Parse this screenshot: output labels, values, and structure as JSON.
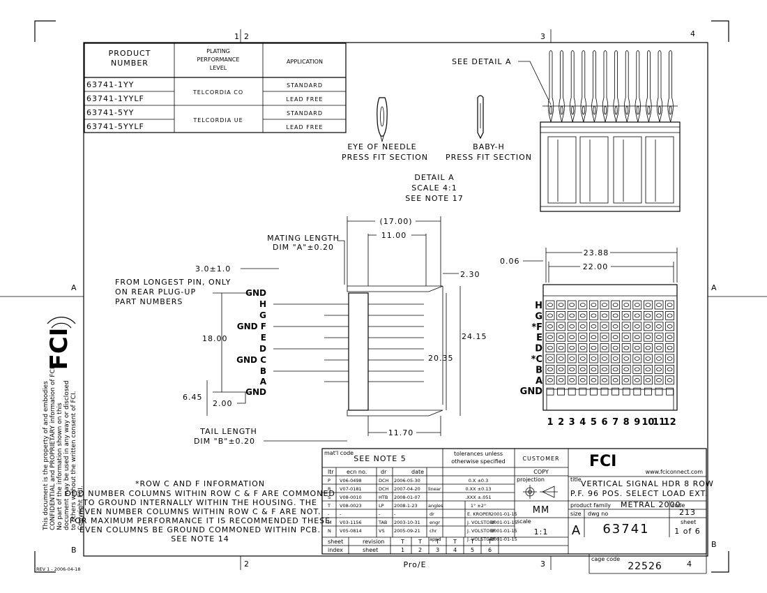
{
  "zones": {
    "top_1": "1",
    "top_2": "2",
    "top_3": "3",
    "top_4": "4",
    "bot_2": "2",
    "bot_3": "3",
    "bot_4": "4",
    "left_a": "A",
    "right_a": "A",
    "left_b": "B",
    "right_b": "B"
  },
  "product_table": {
    "headers": [
      "PRODUCT\nNUMBER",
      "PLATING\nPERFORMANCE\nLEVEL",
      "APPLICATION"
    ],
    "rows": [
      {
        "number": "63741-1YY",
        "plating": "TELCORDIA CO",
        "application": "STANDARD"
      },
      {
        "number": "63741-1YYLF",
        "plating": "",
        "application": "LEAD FREE"
      },
      {
        "number": "63741-5YY",
        "plating": "TELCORDIA UE",
        "application": "STANDARD"
      },
      {
        "number": "63741-5YYLF",
        "plating": "",
        "application": "LEAD FREE"
      }
    ]
  },
  "detail": {
    "see_detail": "SEE DETAIL  A",
    "eye_of_needle_1": "EYE OF NEEDLE",
    "eye_of_needle_2": "PRESS FIT SECTION",
    "baby_h_1": "BABY-H",
    "baby_h_2": "PRESS FIT SECTION",
    "detail_1": "DETAIL  A",
    "detail_2": "SCALE  4:1",
    "detail_3": "SEE NOTE 17"
  },
  "side_view": {
    "dim_17": "(17.00)",
    "dim_11": "11.00",
    "mating_1": "MATING LENGTH",
    "mating_2": "DIM \"A\"±0.20",
    "dim_3": "3.0±1.0",
    "longest_1": "FROM LONGEST PIN, ONLY",
    "longest_2": "ON REAR PLUG-UP",
    "longest_3": "PART NUMBERS",
    "dim_230": "2.30",
    "dim_1800": "18.00",
    "dim_2415": "24.15",
    "dim_2035": "20.35",
    "dim_645": "6.45",
    "dim_200": "2.00",
    "dim_1170": "11.70",
    "tail_1": "TAIL LENGTH",
    "tail_2": "DIM \"B\"±0.20",
    "rows": [
      "GND",
      "H",
      "G",
      "GND F",
      "E",
      "D",
      "GND C",
      "B",
      "A",
      "GND"
    ]
  },
  "front_view": {
    "dim_2388": "23.88",
    "dim_2200": "22.00",
    "dim_006": "0.06",
    "rows": [
      "H",
      "G",
      "*F",
      "E",
      "D",
      "*C",
      "B",
      "A",
      "GND"
    ],
    "columns": [
      "1",
      "2",
      "3",
      "4",
      "5",
      "6",
      "7",
      "8",
      "9",
      "10",
      "11",
      "12"
    ]
  },
  "notes": {
    "title": "*ROW C AND F INFORMATION",
    "lines": [
      "ODD NUMBER COLUMNS WITHIN ROW C & F ARE COMMONED",
      "TO GROUND INTERNALLY WITHIN THE HOUSING.  THE",
      "EVEN NUMBER COLUMNS WITHIN ROW C & F ARE NOT.",
      "FOR MAXIMUM PERFORMANCE IT IS RECOMMENDED THESE",
      "EVEN COLUMNS BE GROUND COMMONED WITHIN PCB.",
      "SEE NOTE 14"
    ]
  },
  "confidential": [
    "This document is the property of and embodies",
    "CONFIDENTIAL and PROPRIETARY information of FCI.",
    "No part of the information shown on this",
    "document may be used in any way or disclosed",
    "to others without the written consent of FCI.",
    "Copyright FCI."
  ],
  "logo_text": "FCI",
  "title_block": {
    "matl_label": "mat'l code",
    "matl_value": "SEE NOTE 5",
    "tol_1": "tolerances unless",
    "tol_2": "otherwise specified",
    "customer": "CUSTOMER",
    "copy": "COPY",
    "website": "www.fciconnect.com",
    "rev_headers": [
      "ltr",
      "ecn no.",
      "dr",
      "date"
    ],
    "revs": [
      [
        "P",
        "V06-0498",
        "DCH",
        "2006-05-30"
      ],
      [
        "R",
        "V07-0181",
        "DCH",
        "2007-04-20"
      ],
      [
        "S",
        "V08-0010",
        "HTB",
        "2008-01-07"
      ],
      [
        "T",
        "V08-0023",
        "LP",
        "2008-1-23"
      ],
      [
        "-",
        "-",
        "-",
        "-"
      ],
      [
        "M",
        "V03-1156",
        "TAB",
        "2003-10-31"
      ],
      [
        "N",
        "V05-0814",
        "VS",
        "2005-09-21"
      ]
    ],
    "tol_rows": [
      [
        "",
        "0.X ±0.3"
      ],
      [
        "linear",
        "0.XX ±0.13"
      ],
      [
        "",
        ".XXX ±.051"
      ],
      [
        "angles",
        "1° ±2°"
      ],
      [
        "dr",
        "E. KROPER",
        "2001-01-15"
      ],
      [
        "engr",
        "J. VOLSTORF",
        "2001-01-15"
      ],
      [
        "chr",
        "J. VOLSTORF",
        "2001-01-15"
      ],
      [
        "appd",
        "J. VOLSTORF",
        "2001-01-15"
      ]
    ],
    "projection": "projection",
    "units": "MM",
    "scale_label": "scale",
    "scale": "1:1",
    "title_label": "title",
    "title_1": "VERTICAL SIGNAL HDR 8 ROW",
    "title_2": "P.F. 96 POS. SELECT LOAD EXT.",
    "family_label": "product family",
    "family": "METRAL 2000",
    "code_label": "code",
    "code": "213",
    "size_label": "size",
    "size": "A",
    "dwg_label": "dwg no",
    "dwg": "63741",
    "sheet_label": "sheet",
    "sheet": "1 of 6",
    "sheet_row": [
      "sheet",
      "revision",
      "T",
      "T",
      "T",
      "T",
      "T",
      "T"
    ],
    "index_row": [
      "index",
      "sheet",
      "1",
      "2",
      "3",
      "4",
      "5",
      "6"
    ],
    "cage_label": "cage code",
    "cage": "22526",
    "proe": "Pro/E"
  },
  "corner_stamp": "REV 1 - 2006-04-18"
}
